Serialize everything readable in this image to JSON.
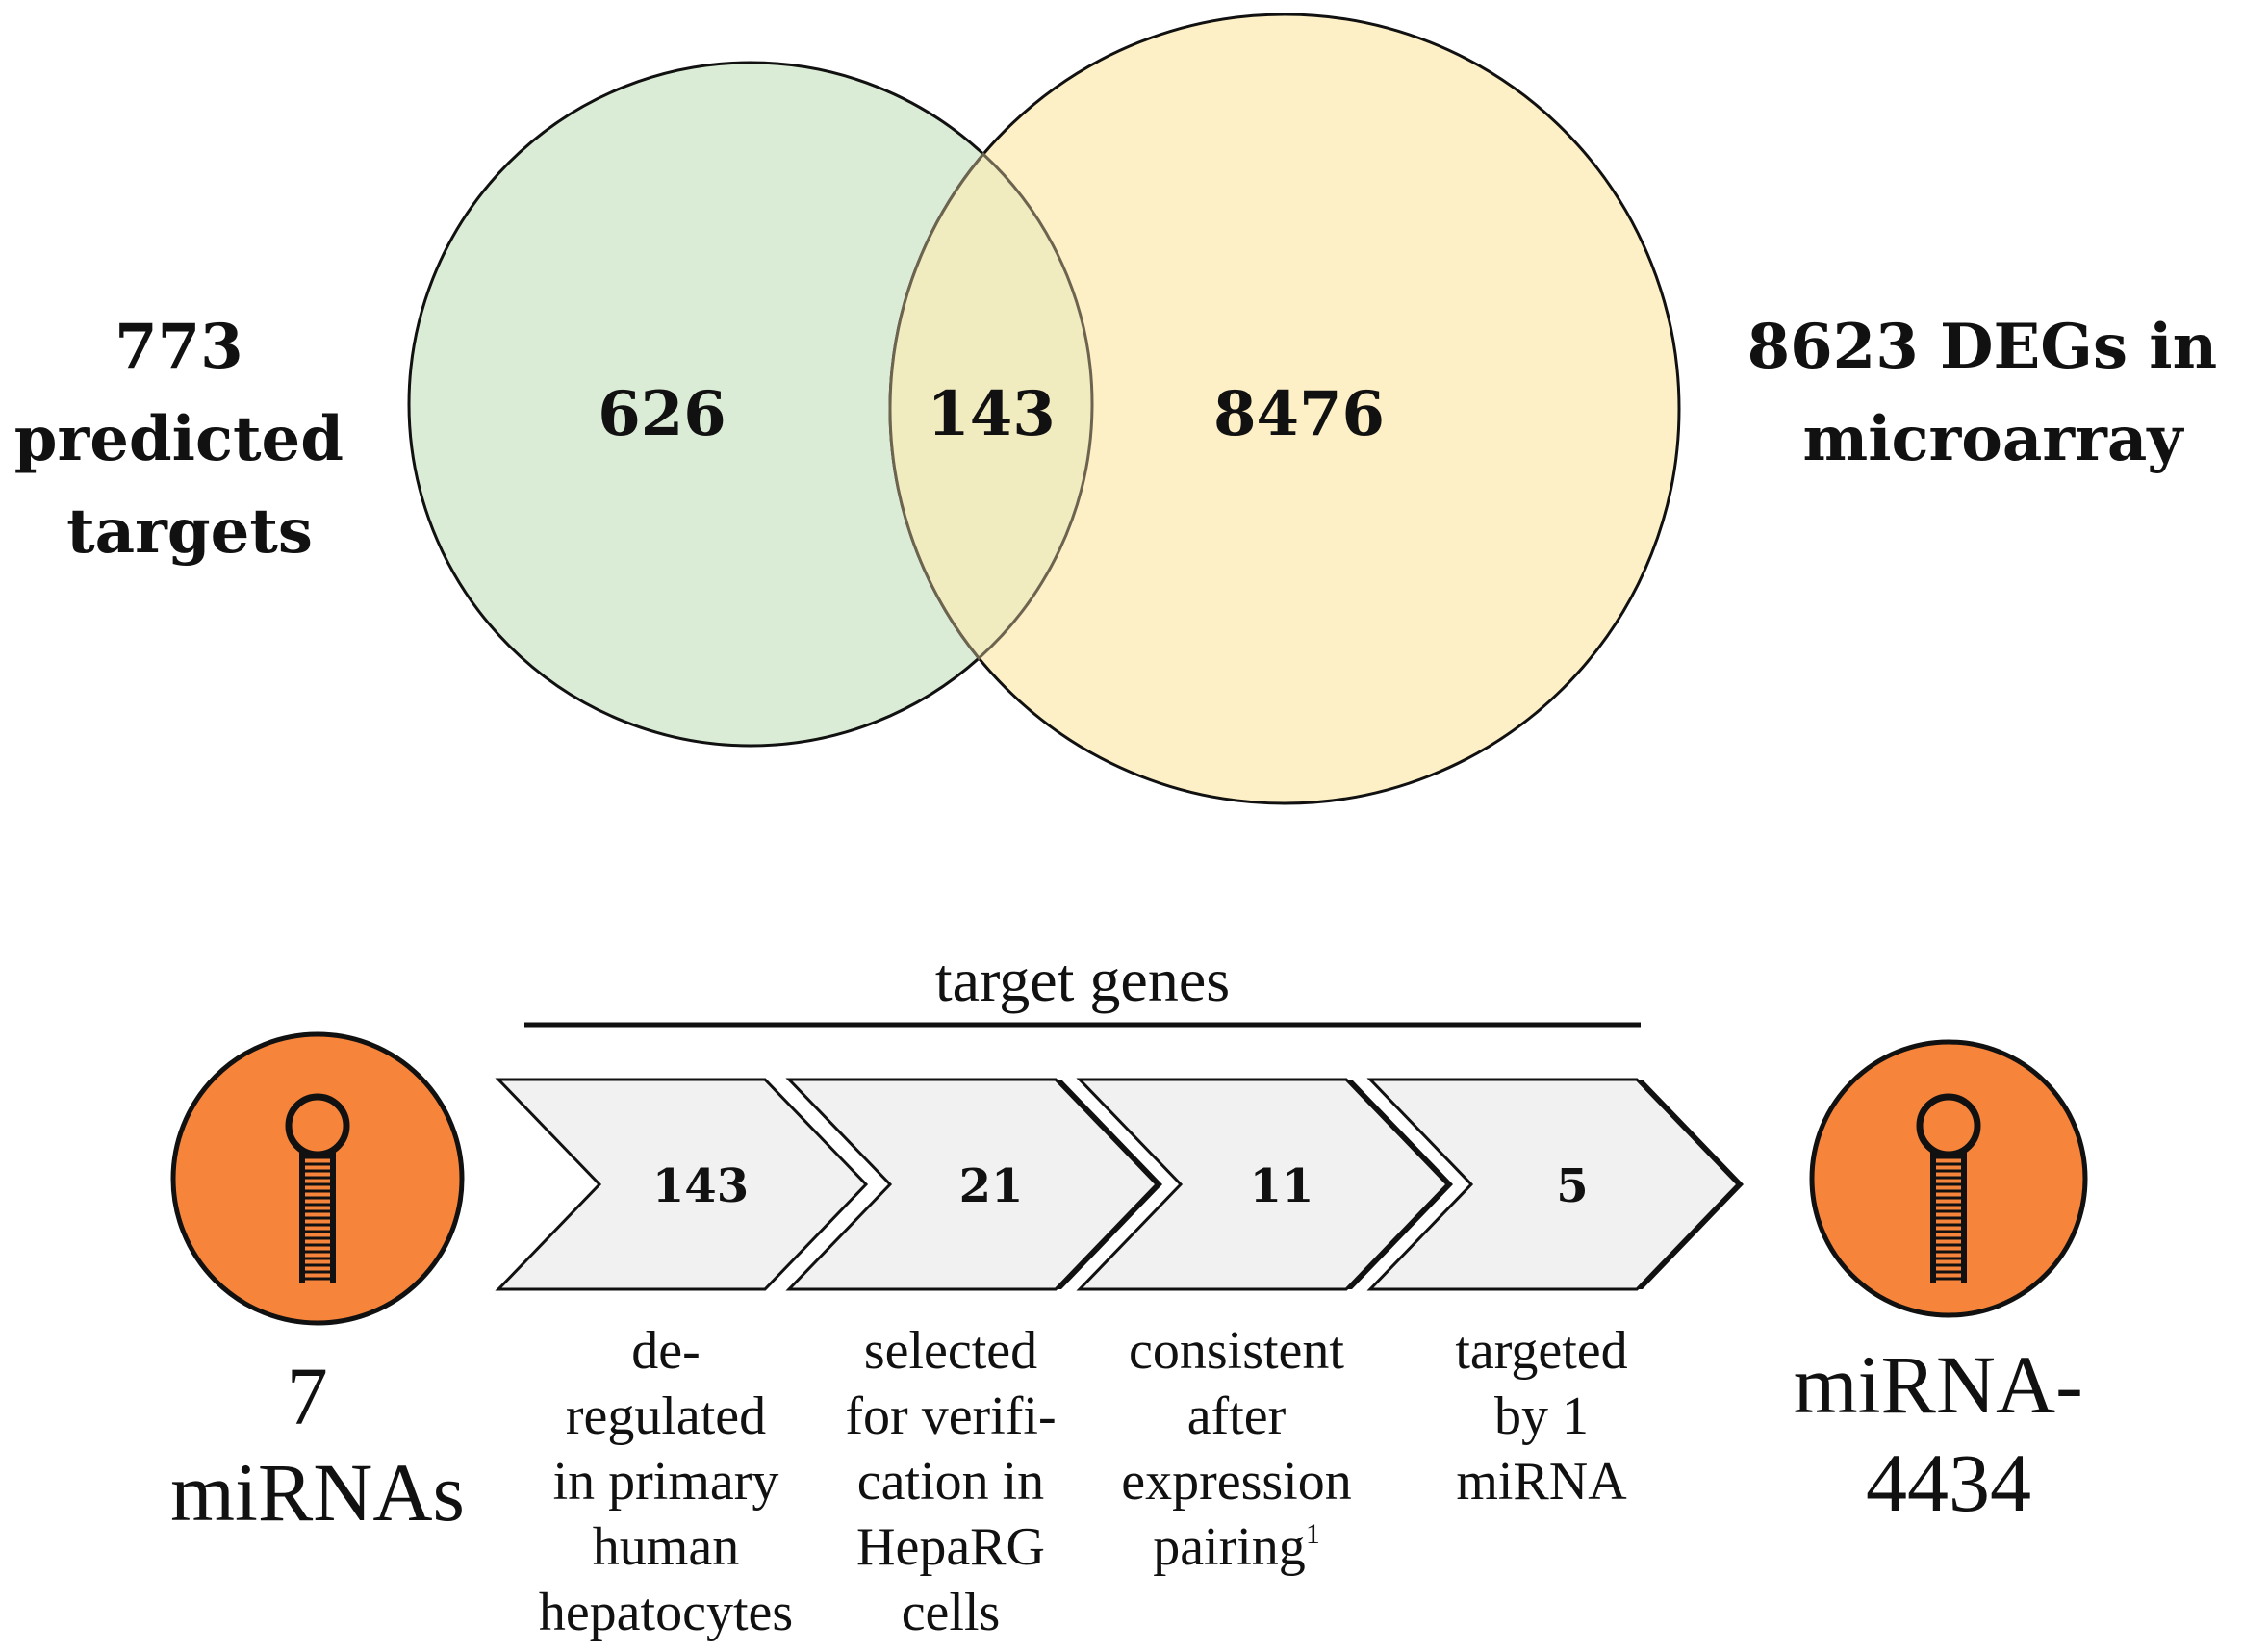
{
  "colors": {
    "set_a_fill": "#dbecd6",
    "set_b_fill": "#fdf0c6",
    "overlap_fill": "#f1ebc0",
    "mirna_fill": "#f6843a",
    "chevron_fill": "#f1f1f1",
    "stroke": "#111111"
  },
  "venn": {
    "set_a": {
      "label_lines": [
        "773",
        "predicted",
        "targets"
      ],
      "only_count": "626"
    },
    "set_b": {
      "label_lines": [
        "8623 DEGs in",
        "microarray"
      ],
      "only_count": "8476"
    },
    "overlap_count": "143"
  },
  "pipeline": {
    "header": "target genes",
    "source": {
      "icon": "mirna-hairpin-icon",
      "label_lines": [
        "7",
        "miRNAs"
      ]
    },
    "steps": [
      {
        "count": "143",
        "caption_lines": [
          "de-",
          "regulated",
          "in primary",
          "human",
          "hepatocytes"
        ]
      },
      {
        "count": "21",
        "caption_lines": [
          "selected",
          "for verifi-",
          "cation in",
          "HepaRG",
          "cells"
        ]
      },
      {
        "count": "11",
        "caption_lines": [
          "consistent",
          "after",
          "expression",
          "pairing"
        ],
        "footnote_mark": "1"
      },
      {
        "count": "5",
        "caption_lines": [
          "targeted",
          "by 1",
          "miRNA"
        ]
      }
    ],
    "result": {
      "icon": "mirna-hairpin-icon",
      "label_lines": [
        "miRNA-",
        "4434"
      ]
    }
  }
}
